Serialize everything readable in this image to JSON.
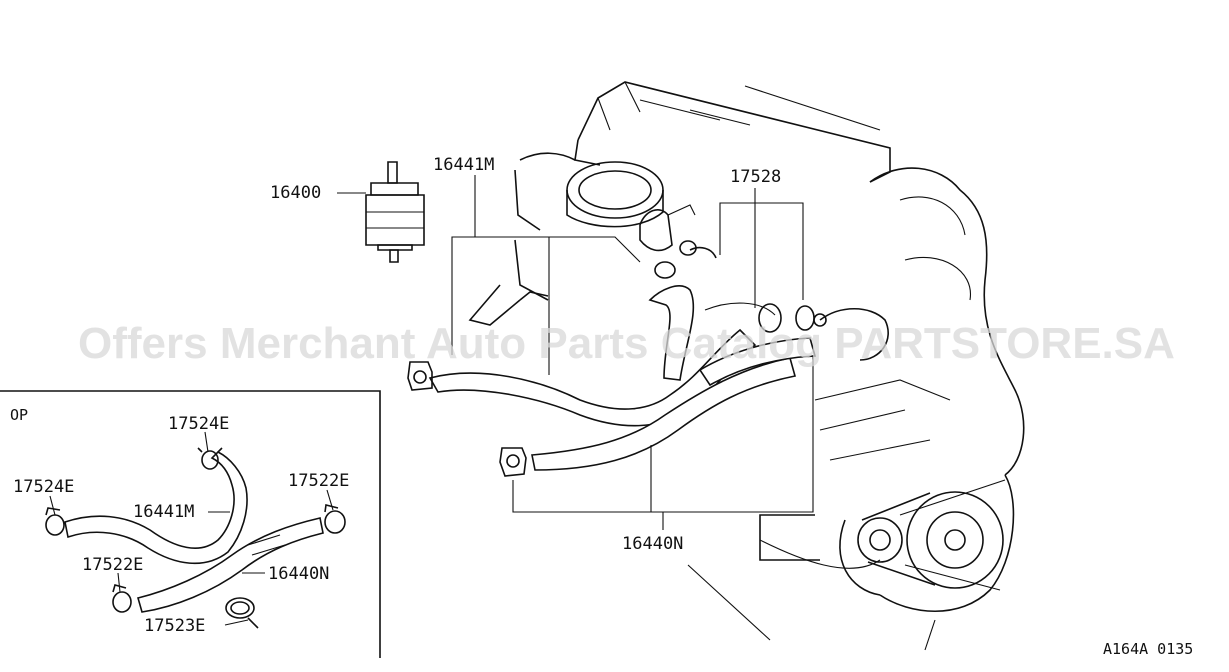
{
  "labels": {
    "filter": "16400",
    "hose_upper": "16441M",
    "clamp_group": "17528",
    "hose_lower": "16440N",
    "inset_title": "OP",
    "inset_clamp_top": "17524E",
    "inset_clamp_left": "17524E",
    "inset_clamp_right": "17522E",
    "inset_hose_upper": "16441M",
    "inset_clamp_lower": "17522E",
    "inset_hose_lower": "16440N",
    "inset_clamp_bottom": "17523E",
    "diagram_code": "A164A 0135"
  },
  "watermark": "Offers Merchant Auto Parts Catalog PARTSTORE.SA"
}
